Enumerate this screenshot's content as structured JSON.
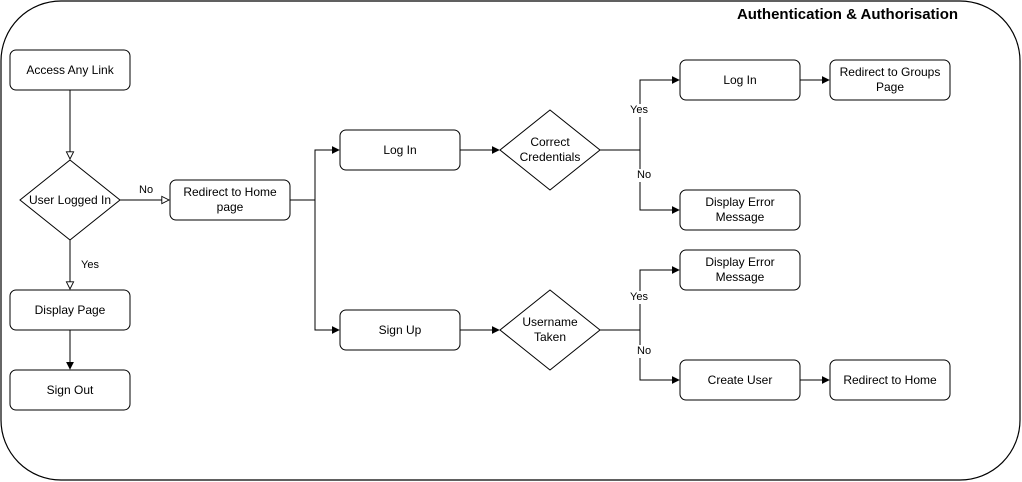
{
  "title": "Authentication & Authorisation",
  "nodes": {
    "access": "Access Any Link",
    "logged_in": "User Logged In",
    "redirect_home_page": "Redirect to Home\npage",
    "display_page": "Display Page",
    "sign_out": "Sign Out",
    "log_in": "Log In",
    "sign_up": "Sign Up",
    "correct_credentials": "Correct\nCredentials",
    "username_taken": "Username\nTaken",
    "log_in_2": "Log In",
    "redirect_groups": "Redirect to Groups\nPage",
    "error_login": "Display Error\nMessage",
    "error_signup": "Display Error\nMessage",
    "create_user": "Create User",
    "redirect_home": "Redirect to Home"
  },
  "edges": {
    "no": "No",
    "yes": "Yes",
    "cred_yes": "Yes",
    "cred_no": "No",
    "taken_yes": "Yes",
    "taken_no": "No"
  }
}
